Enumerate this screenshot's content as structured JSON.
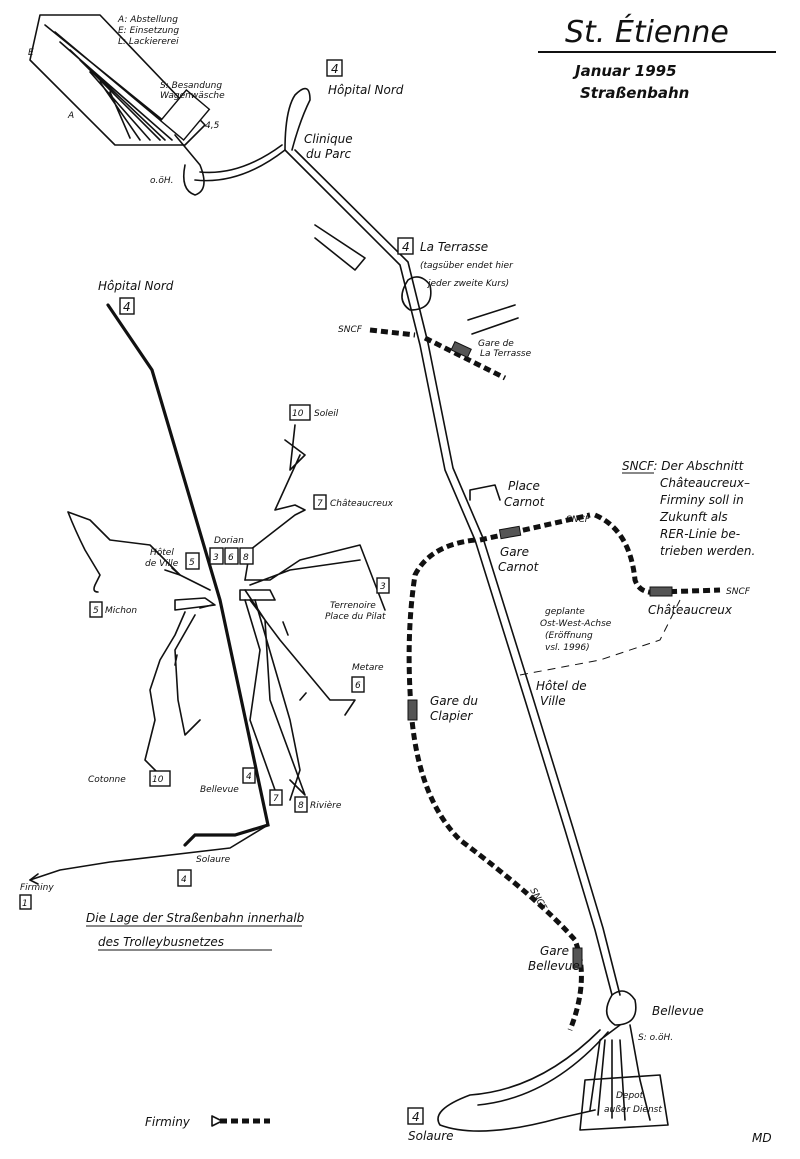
{
  "title": "St. Étienne",
  "subtitle_date": "Januar 1995",
  "subtitle_kind": "Straßenbahn",
  "colors": {
    "ink": "#111111",
    "paper": "#ffffff",
    "station_hatch": "#555555"
  },
  "depot_key": {
    "a": "A: Abstellung",
    "e": "E: Einsetzung",
    "l": "L: Lackiererei",
    "s1": "S: Besandung",
    "s2": "Wagenwäsche",
    "letter_a": "A",
    "letter_e": "E",
    "measure": "4,5",
    "ooh": "o.öH."
  },
  "tram": {
    "hopital_route": "4",
    "hopital_label": "Hôpital Nord",
    "clinique_label_1": "Clinique",
    "clinique_label_2": "du Parc",
    "terrasse_route": "4",
    "terrasse_label": "La Terrasse",
    "terrasse_note_1": "(tagsüber endet hier",
    "terrasse_note_2": "jeder zweite Kurs)",
    "sncf_1": "SNCF",
    "gare_terrasse_1": "Gare de",
    "gare_terrasse_2": "La Terrasse",
    "place_carnot_1": "Place",
    "place_carnot_2": "Carnot",
    "gare_carnot_1": "Gare",
    "gare_carnot_2": "Carnot",
    "sncf_2": "SNCF",
    "sncf_note_1": "SNCF: Der Abschnitt",
    "sncf_note_2": "Châteaucreux–",
    "sncf_note_3": "Firminy soll in",
    "sncf_note_4": "Zukunft als",
    "sncf_note_5": "RER-Linie be-",
    "sncf_note_6": "trieben werden.",
    "chateaucreux": "Châteaucreux",
    "sncf_3": "SNCF",
    "axis_1": "geplante",
    "axis_2": "Ost-West-Achse",
    "axis_3": "(Eröffnung",
    "axis_4": "vsl. 1996)",
    "hotel_ville_1": "Hôtel de",
    "hotel_ville_2": "Ville",
    "gare_clapier_1": "Gare du",
    "gare_clapier_2": "Clapier",
    "sncf_4": "SNCF",
    "gare_bellevue_1": "Gare",
    "gare_bellevue_2": "Bellevue",
    "bellevue": "Bellevue",
    "s_ooh": "S: o.öH.",
    "depot_1": "Depot",
    "depot_2": "außer Dienst",
    "solaure_route": "4",
    "solaure": "Solaure",
    "firminy": "Firminy",
    "signature": "MD"
  },
  "trolley": {
    "hopital_label": "Hôpital Nord",
    "hopital_route": "4",
    "soleil_route": "10",
    "soleil": "Soleil",
    "chateaucreux_route": "7",
    "chateaucreux": "Châteaucreux",
    "hotel_ville_1": "Hôtel",
    "hotel_ville_2": "de Ville",
    "hotel_ville_route": "5",
    "dorian": "Dorian",
    "dorian_r1": "3",
    "dorian_r2": "6",
    "dorian_r3": "8",
    "michon_route": "5",
    "michon": "Michon",
    "terrenoire_route": "3",
    "terrenoire_1": "Terrenoire",
    "terrenoire_2": "Place du Pilat",
    "metare": "Metare",
    "metare_route": "6",
    "cotonne": "Cotonne",
    "cotonne_route": "10",
    "bellevue_route": "4",
    "bellevue": "Bellevue",
    "riviere_route_7": "7",
    "riviere_route_8": "8",
    "riviere": "Rivière",
    "solaure": "Solaure",
    "solaure_route": "4",
    "firminy": "Firminy",
    "firminy_route": "1",
    "caption_1": "Die Lage der Straßenbahn innerhalb",
    "caption_2": "des Trolleybusnetzes"
  }
}
